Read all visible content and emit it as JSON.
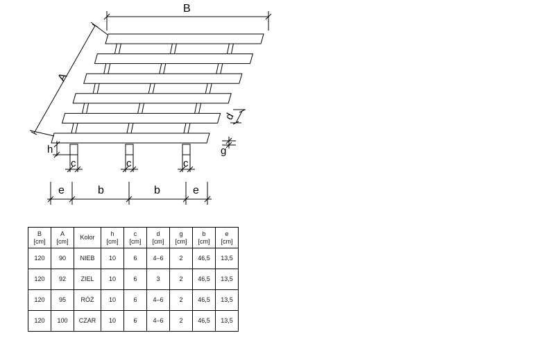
{
  "diagram": {
    "dimension_labels": {
      "B": "B",
      "A": "A",
      "d": "d",
      "h": "h",
      "g": "g",
      "c1": "c",
      "c2": "c",
      "c3": "c",
      "e_left": "e",
      "b1": "b",
      "b2": "b",
      "e_right": "e"
    }
  },
  "table": {
    "headers": [
      [
        "B",
        "[cm]"
      ],
      [
        "A",
        "[cm]"
      ],
      [
        "Kolor"
      ],
      [
        "h",
        "[cm]"
      ],
      [
        "c",
        "[cm]"
      ],
      [
        "d",
        "[cm]"
      ],
      [
        "g",
        "[cm]"
      ],
      [
        "b",
        "[cm]"
      ],
      [
        "e",
        "[cm]"
      ]
    ],
    "rows": [
      [
        "120",
        "90",
        "NIEB",
        "10",
        "6",
        "4–6",
        "2",
        "46,5",
        "13,5"
      ],
      [
        "120",
        "92",
        "ZIEL",
        "10",
        "6",
        "3",
        "2",
        "46,5",
        "13,5"
      ],
      [
        "120",
        "95",
        "RÓŻ",
        "10",
        "6",
        "4–6",
        "2",
        "46,5",
        "13,5"
      ],
      [
        "120",
        "100",
        "CZAR",
        "10",
        "6",
        "4–6",
        "2",
        "46,5",
        "13,5"
      ]
    ]
  }
}
